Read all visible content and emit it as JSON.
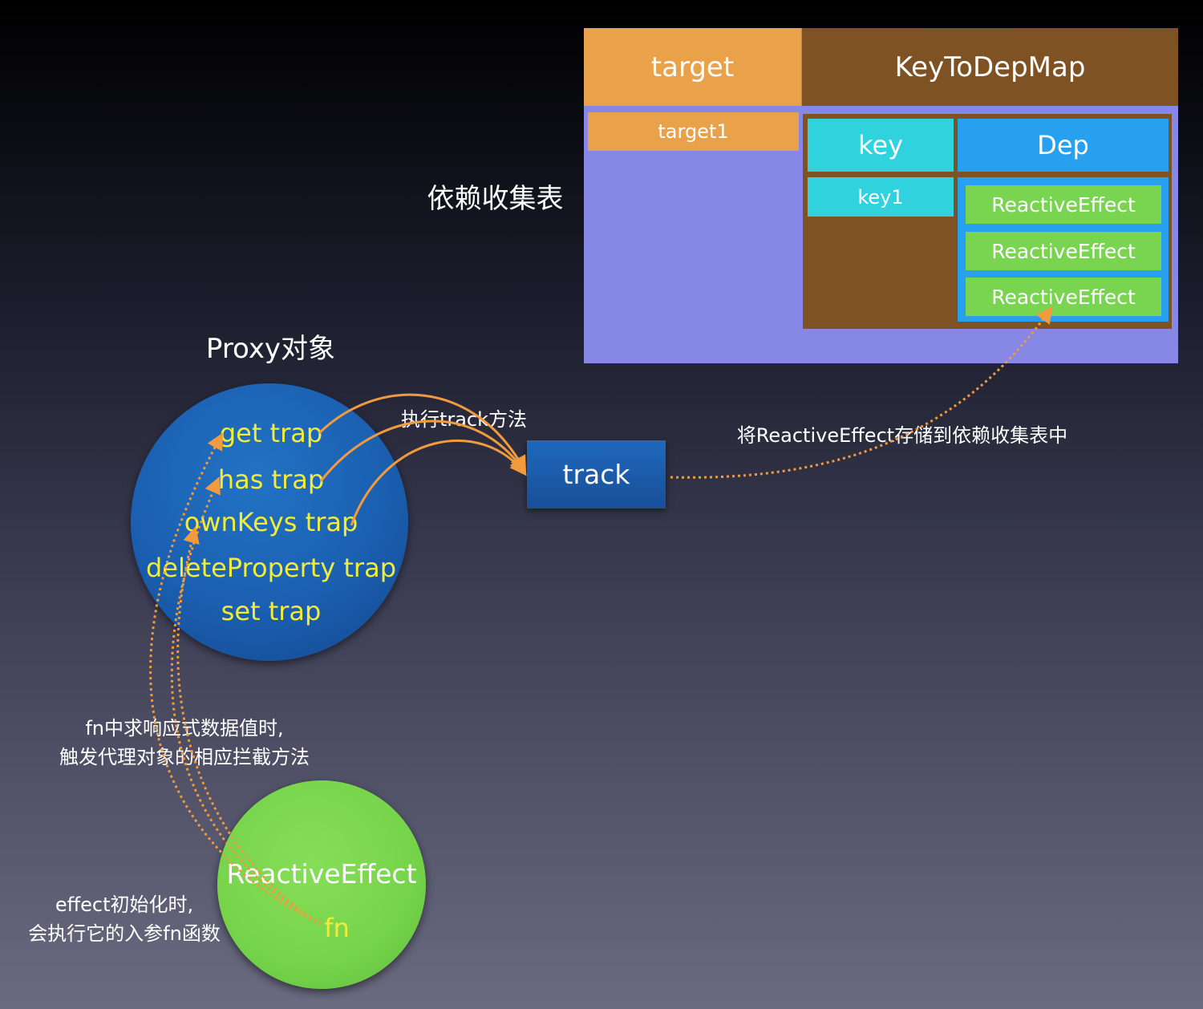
{
  "colors": {
    "orange": "#e9a24a",
    "brown": "#7e5223",
    "purple": "#8787e6",
    "cyan": "#2fd2dd",
    "blue": "#27a0ef",
    "green": "#79d54f",
    "yellow_text": "#f1ec3a",
    "arrow": "#f19a3e"
  },
  "dep_table": {
    "title": "依赖收集表",
    "target_header": "target",
    "keymap_header": "KeyToDepMap",
    "target_cell": "target1",
    "key_header": "key",
    "dep_header": "Dep",
    "key_cell": "key1",
    "effects": [
      "ReactiveEffect",
      "ReactiveEffect",
      "ReactiveEffect"
    ]
  },
  "proxy": {
    "title": "Proxy对象",
    "traps": [
      "get trap",
      "has trap",
      "ownKeys trap",
      "deleteProperty trap",
      "set trap"
    ]
  },
  "track": {
    "label": "track"
  },
  "reactive_effect": {
    "label": "ReactiveEffect",
    "fn": "fn"
  },
  "annotations": {
    "run_track": "执行track方法",
    "store_effect": "将ReactiveEffect存储到依赖收集表中",
    "trigger_line1": "fn中求响应式数据值时,",
    "trigger_line2": "触发代理对象的相应拦截方法",
    "init_line1": "effect初始化时,",
    "init_line2": "会执行它的入参fn函数"
  }
}
